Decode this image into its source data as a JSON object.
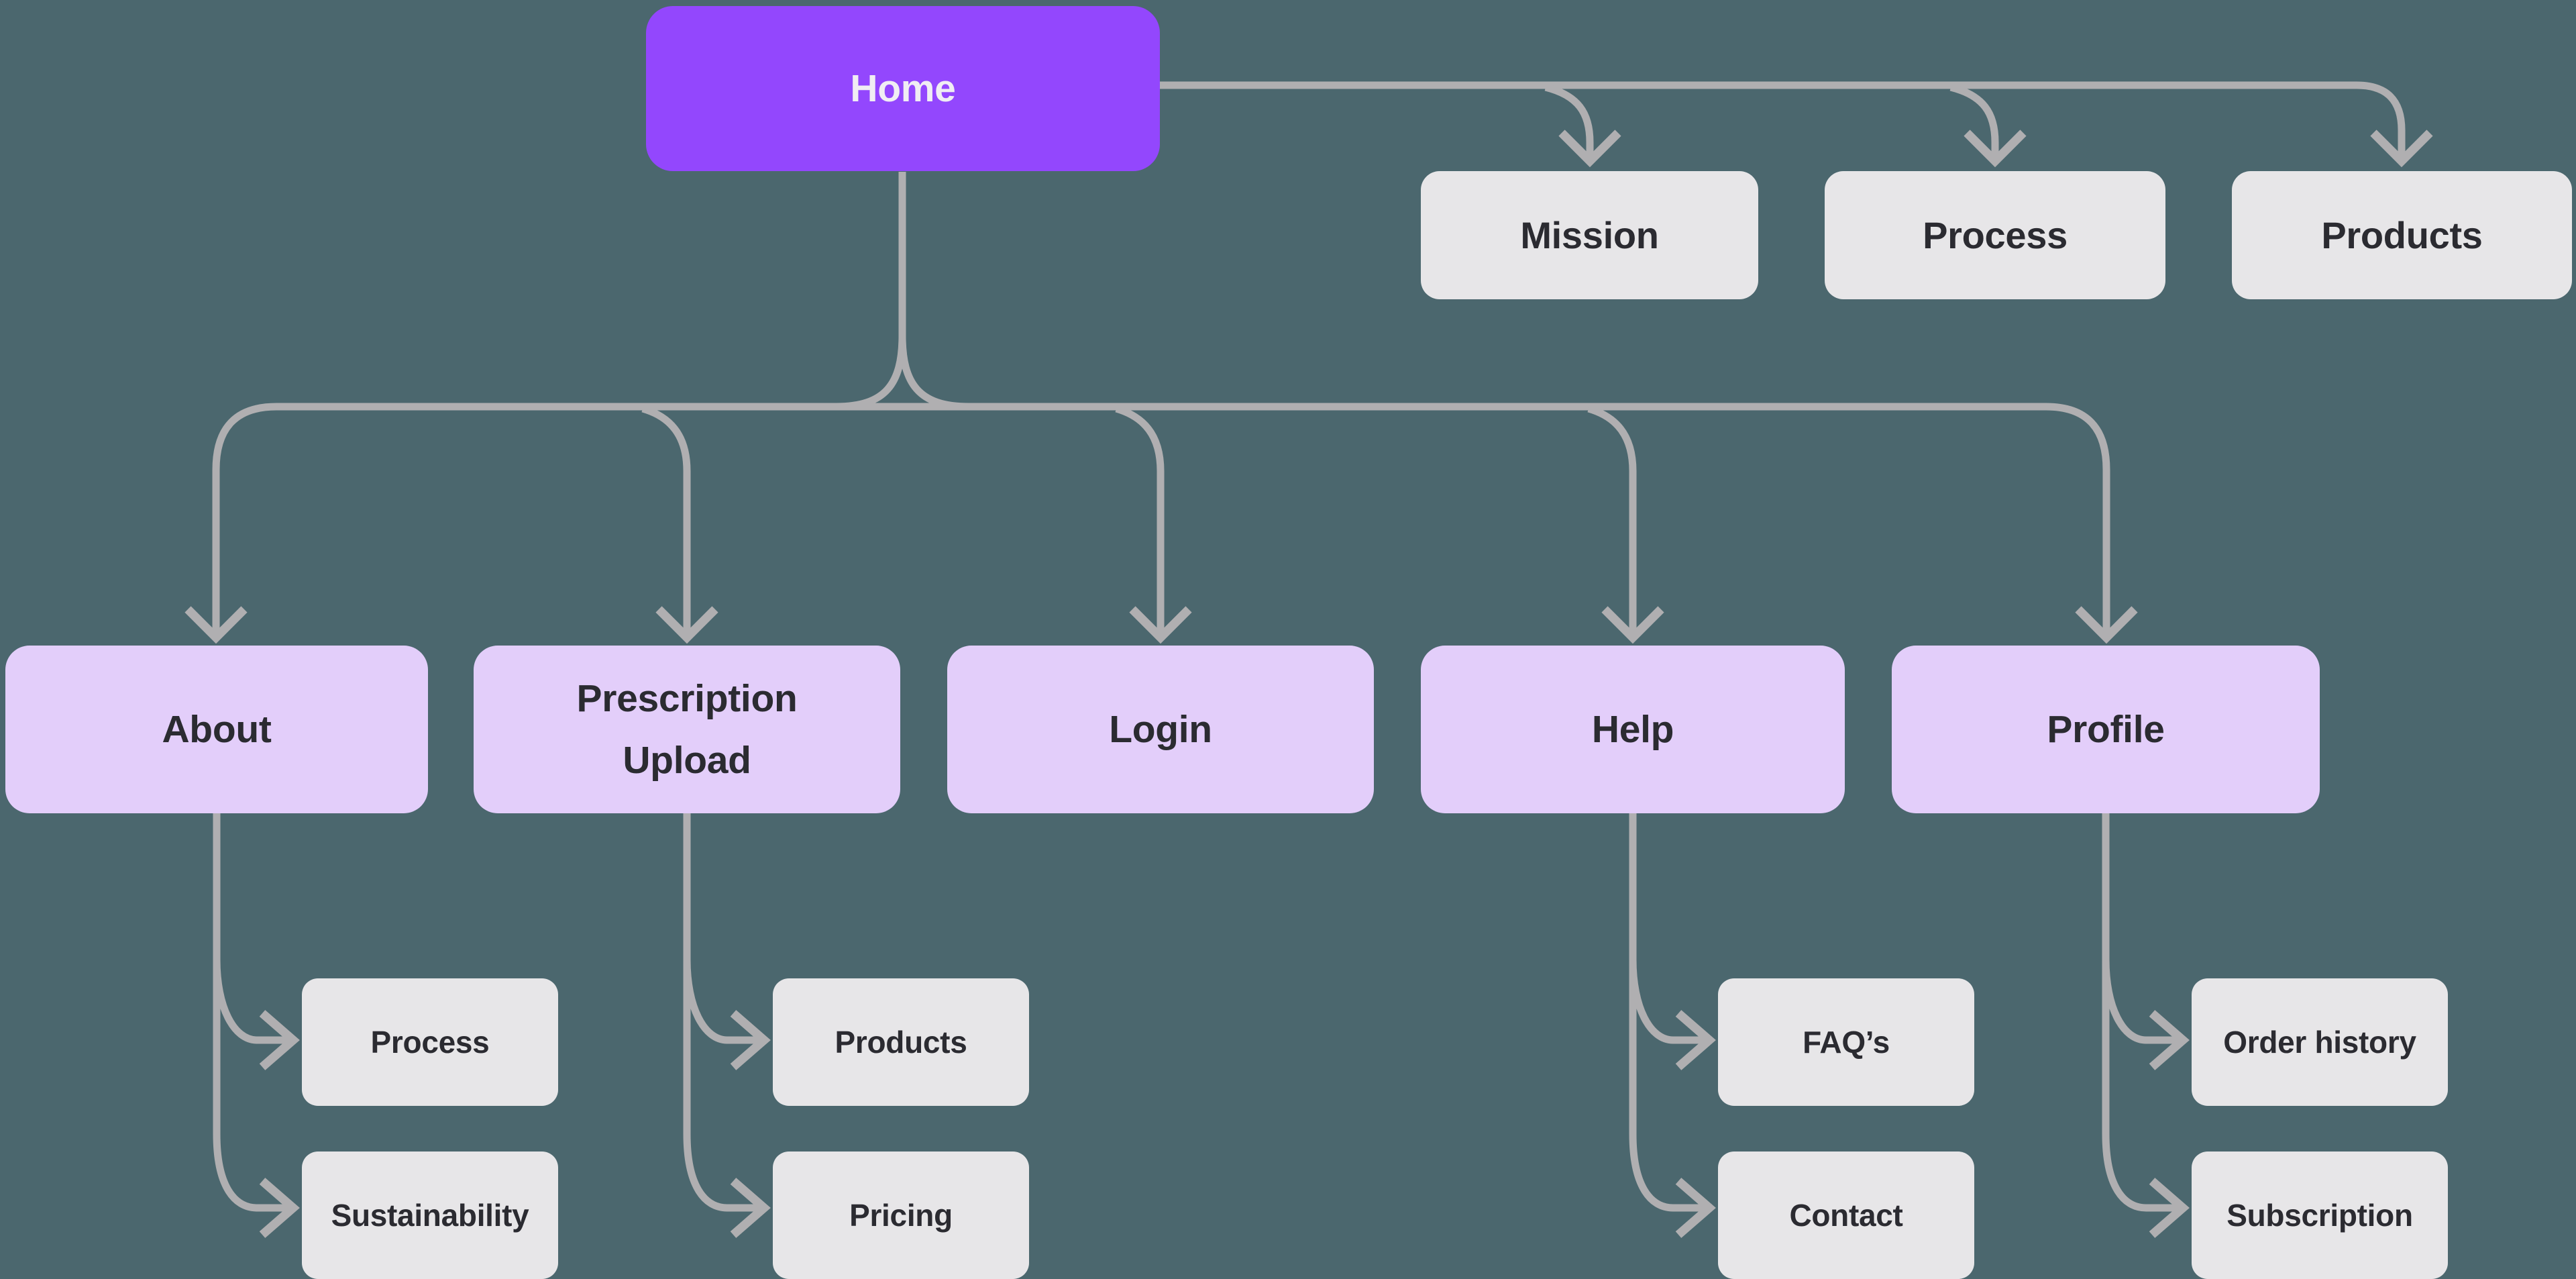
{
  "colors": {
    "background": "#4B676E",
    "primary_purple": "#9347FD",
    "lavender": "#E3CEFA",
    "gray_box": "#E7E6E8",
    "connector_gray": "#B0AFB1",
    "text_dark": "#2B2B31",
    "text_light": "#F0EDF3"
  },
  "nodes": {
    "home": {
      "label": "Home"
    },
    "mission": {
      "label": "Mission"
    },
    "process_top": {
      "label": "Process"
    },
    "products_top": {
      "label": "Products"
    },
    "about": {
      "label": "About"
    },
    "prescription_upload": {
      "line1": "Prescription",
      "line2": "Upload"
    },
    "login": {
      "label": "Login"
    },
    "help": {
      "label": "Help"
    },
    "profile": {
      "label": "Profile"
    },
    "about_process": {
      "label": "Process"
    },
    "about_sustainability": {
      "label": "Sustainability"
    },
    "prescription_products": {
      "label": "Products"
    },
    "prescription_pricing": {
      "label": "Pricing"
    },
    "help_faqs": {
      "label": "FAQ’s"
    },
    "help_contact": {
      "label": "Contact"
    },
    "profile_order_history": {
      "label": "Order history"
    },
    "profile_subscription": {
      "label": "Subscription"
    }
  },
  "edges": [
    [
      "Home",
      "Mission"
    ],
    [
      "Home",
      "Process"
    ],
    [
      "Home",
      "Products"
    ],
    [
      "Home",
      "About"
    ],
    [
      "Home",
      "Prescription Upload"
    ],
    [
      "Home",
      "Login"
    ],
    [
      "Home",
      "Help"
    ],
    [
      "Home",
      "Profile"
    ],
    [
      "About",
      "Process"
    ],
    [
      "About",
      "Sustainability"
    ],
    [
      "Prescription Upload",
      "Products"
    ],
    [
      "Prescription Upload",
      "Pricing"
    ],
    [
      "Help",
      "FAQ’s"
    ],
    [
      "Help",
      "Contact"
    ],
    [
      "Profile",
      "Order history"
    ],
    [
      "Profile",
      "Subscription"
    ]
  ]
}
